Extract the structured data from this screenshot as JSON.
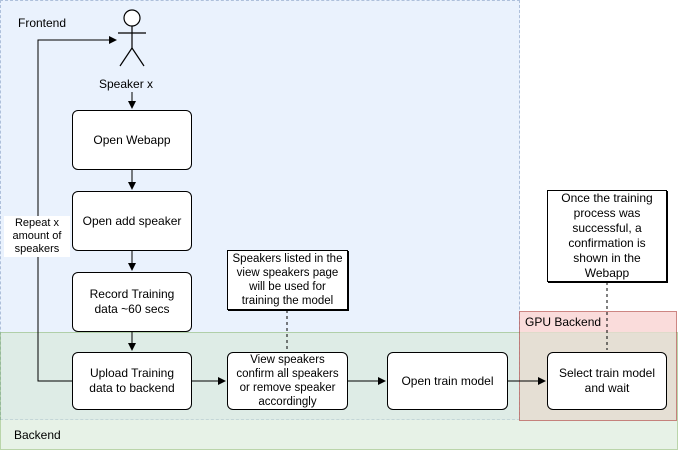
{
  "lanes": {
    "frontend": "Frontend",
    "backend": "Backend",
    "gpu_backend": "GPU Backend"
  },
  "actor": {
    "label": "Speaker x"
  },
  "nodes": {
    "open_webapp": "Open Webapp",
    "open_add_speaker": "Open add speaker",
    "record_training": "Record Training data ~60 secs",
    "upload_training": "Upload Training data to backend",
    "view_speakers": "View speakers confirm all speakers or remove speaker accordingly",
    "open_train_model": "Open train model",
    "select_train_model": "Select train model and wait"
  },
  "notes": {
    "speakers_listed": "Speakers listed in the view speakers page will be used for training the model",
    "training_success": "Once the training process was successful, a confirmation is shown in the Webapp"
  },
  "loop_label": "Repeat x amount of speakers"
}
